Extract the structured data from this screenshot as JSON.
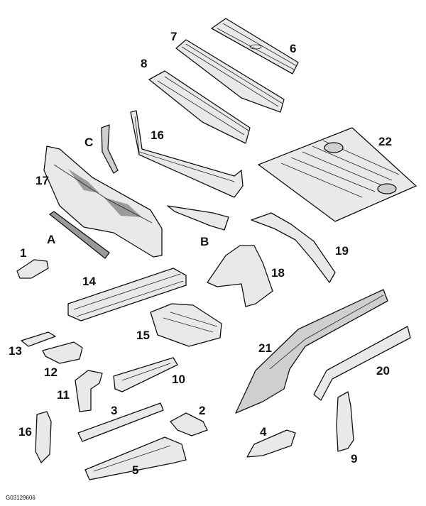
{
  "diagram": {
    "image_code": "G03129606",
    "callouts": {
      "p1": "1",
      "p2": "2",
      "p3": "3",
      "p4": "4",
      "p5": "5",
      "p6": "6",
      "p7": "7",
      "p8": "8",
      "p9": "9",
      "p10": "10",
      "p11": "11",
      "p12": "12",
      "p13": "13",
      "p14": "14",
      "p15": "15",
      "p16a": "16",
      "p16b": "16",
      "p17": "17",
      "p18": "18",
      "p19": "19",
      "p20": "20",
      "p21": "21",
      "p22": "22",
      "pA": "A",
      "pB": "B",
      "pC": "C"
    }
  }
}
